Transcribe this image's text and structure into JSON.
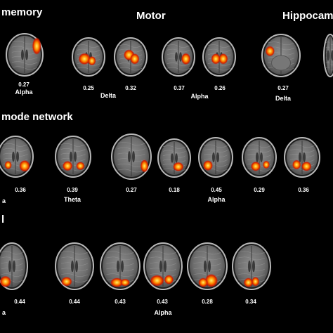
{
  "rows": [
    {
      "id": "row-1",
      "sections": [
        {
          "id": "memory",
          "title": "memory"
        },
        {
          "id": "motor",
          "title": "Motor"
        },
        {
          "id": "hippocampus",
          "title": "Hippocam"
        }
      ],
      "values": [
        "0.27",
        "0.25",
        "0.32",
        "0.37",
        "0.26",
        "0.27"
      ],
      "bands": [
        "Alpha",
        "Delta",
        "Alpha",
        "Delta"
      ]
    },
    {
      "id": "row-2",
      "sections": [
        {
          "id": "default-mode",
          "title": "mode network"
        }
      ],
      "values": [
        "0.36",
        "0.39",
        "0.27",
        "0.18",
        "0.45",
        "0.29",
        "0.36"
      ],
      "bands": [
        "a",
        "Theta",
        "Alpha"
      ]
    },
    {
      "id": "row-3",
      "sections": [
        {
          "id": "visual",
          "title": "l"
        }
      ],
      "values": [
        "0.44",
        "0.44",
        "0.43",
        "0.43",
        "0.28",
        "0.34"
      ],
      "bands": [
        "a",
        "Alpha"
      ]
    }
  ]
}
